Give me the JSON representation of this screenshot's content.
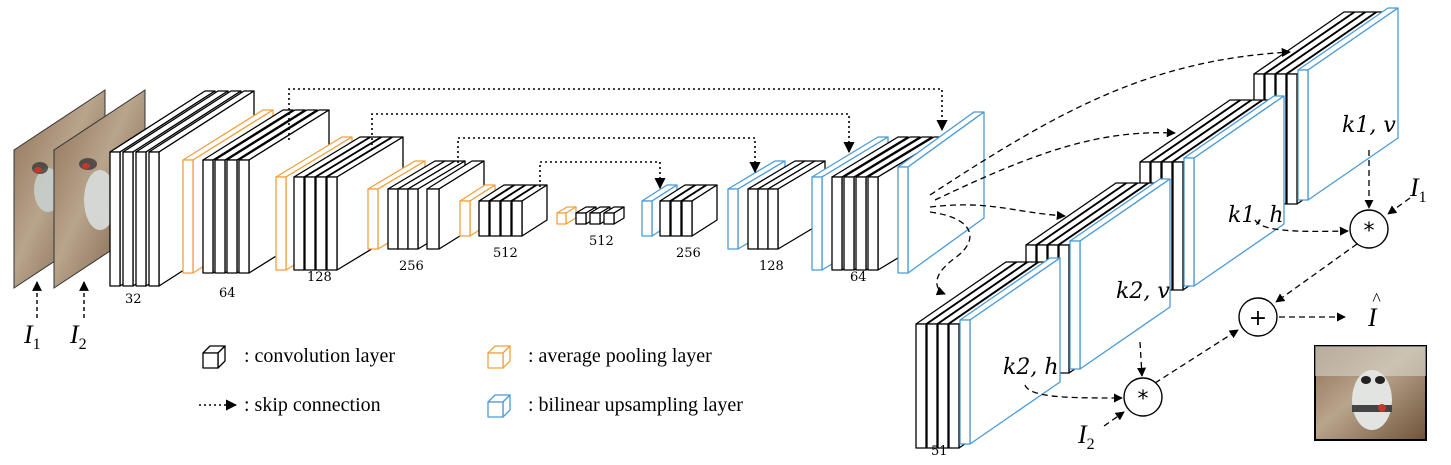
{
  "colors": {
    "conv": "#000000",
    "pool": "#f0a040",
    "upsample": "#4a9ad8",
    "image_warm": "#9a7a58",
    "image_cool": "#c8cfcc"
  },
  "inputs": {
    "i1": {
      "base": "I",
      "sub": "1"
    },
    "i2": {
      "base": "I",
      "sub": "2"
    }
  },
  "channel_labels": [
    "32",
    "64",
    "128",
    "256",
    "512",
    "512",
    "256",
    "128",
    "64",
    "51"
  ],
  "kernels": {
    "k1v": "k1, v",
    "k1h": "k1, h",
    "k2v": "k2, v",
    "k2h": "k2, h"
  },
  "operators": {
    "conv_op": "*",
    "sum_op": "+"
  },
  "output": {
    "base": "I",
    "accent": "^"
  },
  "legend": {
    "conv": ": convolution layer",
    "pool": ": average pooling layer",
    "skip": ": skip connection",
    "upsample": ": bilinear upsampling layer"
  },
  "icons": [
    "sample-image-icon",
    "output-image-icon",
    "cube-icon"
  ]
}
